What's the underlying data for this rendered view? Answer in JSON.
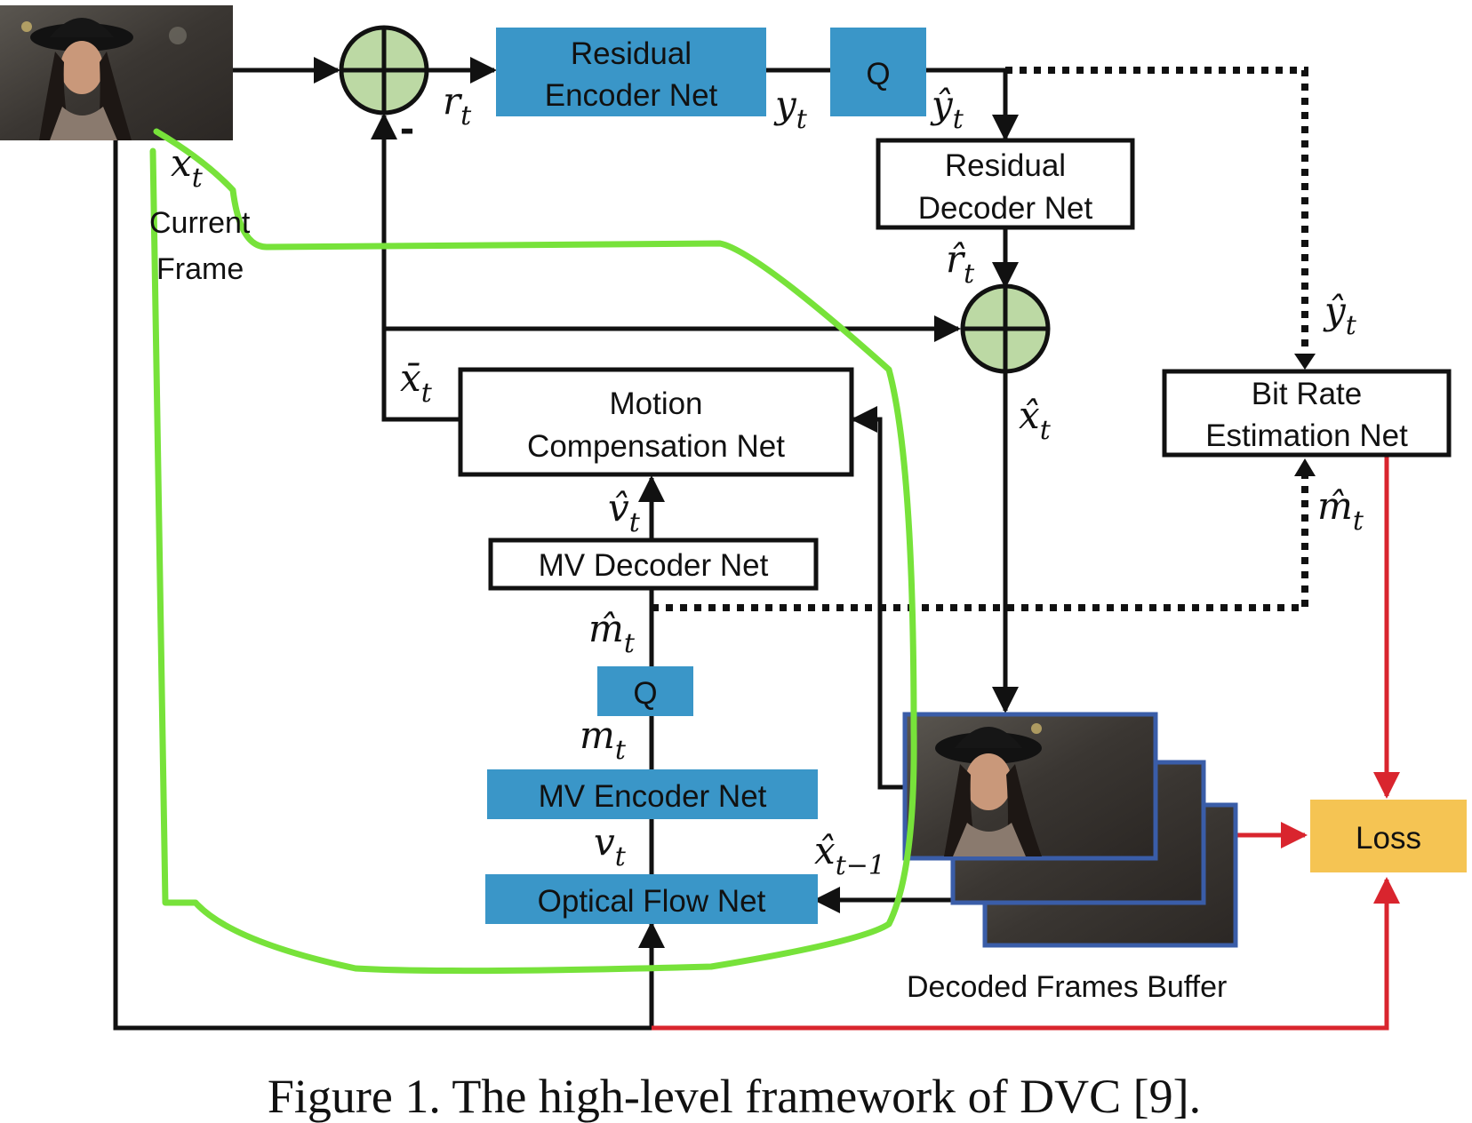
{
  "colors": {
    "blue_box": "#3a96c8",
    "green_circle": "#bcd9a4",
    "loss_box": "#f5c453",
    "red_line": "#d9252e",
    "annotation_green": "#77e23a",
    "frame_border": "#3a5da8"
  },
  "icons": {
    "current_frame": "portrait-photo",
    "decoded_frames": "stacked-portrait-photos"
  },
  "labels": {
    "residual_encoder_line1": "Residual",
    "residual_encoder_line2": "Encoder Net",
    "quantizer_top": "Q",
    "residual_decoder_line1": "Residual",
    "residual_decoder_line2": "Decoder Net",
    "bit_rate_line1": "Bit Rate",
    "bit_rate_line2": "Estimation Net",
    "motion_comp_line1": "Motion",
    "motion_comp_line2": "Compensation Net",
    "mv_decoder": "MV Decoder Net",
    "quantizer_bottom": "Q",
    "mv_encoder": "MV Encoder Net",
    "optical_flow": "Optical Flow Net",
    "loss": "Loss",
    "current_frame_line1": "Current",
    "current_frame_line2": "Frame",
    "decoded_buffer": "Decoded Frames Buffer",
    "minus_sign": "-"
  },
  "symbols": {
    "x_t": "x",
    "x_t_sub": "t",
    "r_t": "r",
    "r_t_sub": "t",
    "y_t": "y",
    "y_t_sub": "t",
    "y_hat_top": "ŷ",
    "y_hat_top_sub": "t",
    "r_hat": "r̂",
    "r_hat_sub": "t",
    "y_hat_right": "ŷ",
    "y_hat_right_sub": "t",
    "x_bar": "x̄",
    "x_bar_sub": "t",
    "x_hat": "x̂",
    "x_hat_sub": "t",
    "m_hat_right": "m̂",
    "m_hat_right_sub": "t",
    "v_hat": "v̂",
    "v_hat_sub": "t",
    "m_hat_mid": "m̂",
    "m_hat_mid_sub": "t",
    "m_t": "m",
    "m_t_sub": "t",
    "v_t": "v",
    "v_t_sub": "t",
    "x_hat_prev": "x̂",
    "x_hat_prev_sub": "t−1"
  },
  "caption": "Figure 1. The high-level framework of DVC [9]."
}
